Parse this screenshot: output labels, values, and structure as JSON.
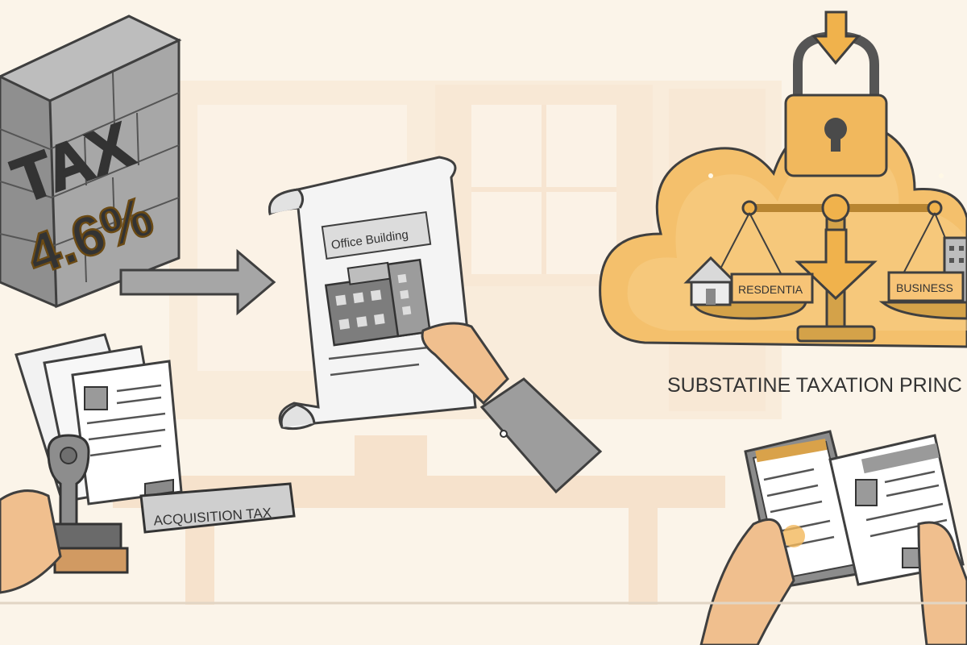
{
  "wall": {
    "word": "TAX",
    "rate": "4.6%"
  },
  "deed": {
    "label": "Office Building"
  },
  "stamp_tag": {
    "label": "ACQUISITION TAX"
  },
  "scale": {
    "left_label": "RESDENTIA",
    "right_label": "BUSINESS"
  },
  "caption": "SUBSTATINE TAXATION PRINC",
  "colors": {
    "background": "#fbf5ec",
    "accent": "#f2b85b",
    "accent_dark": "#d7972f",
    "gray": "#9a9a9a",
    "outline": "#3f3f3f"
  },
  "icons": [
    "lock-icon",
    "down-arrow-icon",
    "right-arrow-icon",
    "house-icon",
    "building-icon",
    "stamp-icon",
    "hand-icon"
  ]
}
